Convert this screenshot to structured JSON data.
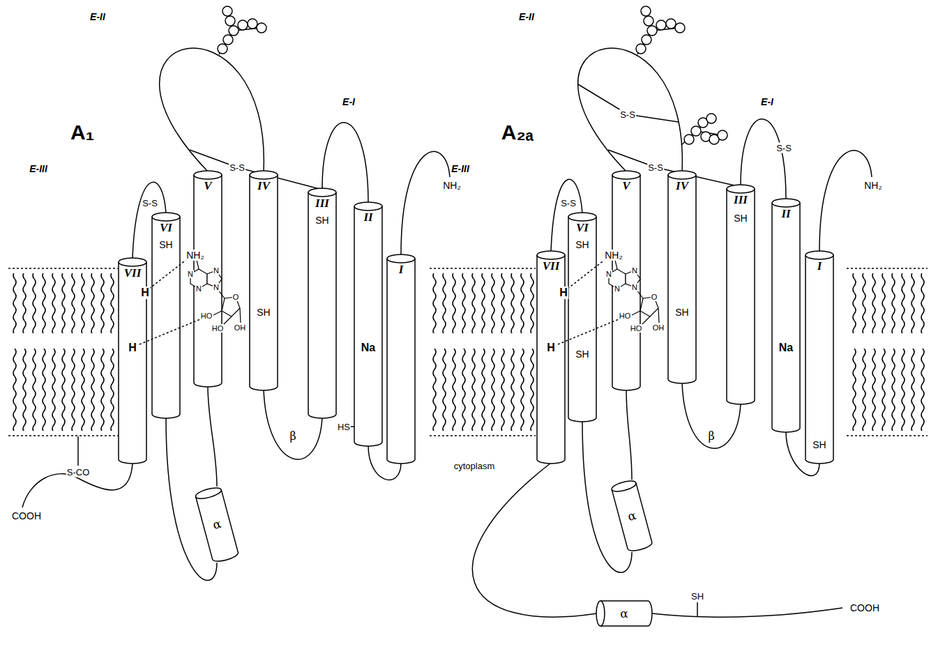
{
  "diagram": {
    "nodes": [
      {
        "text": [
          "VII",
          "H"
        ]
      },
      {
        "text": [
          "VI",
          "SH"
        ]
      },
      {
        "text": [
          "V"
        ]
      },
      {
        "text": [
          "IV",
          "SH"
        ]
      },
      {
        "text": [
          "III",
          "SH"
        ]
      },
      {
        "text": [
          "II",
          "Na"
        ]
      },
      {
        "text": [
          "I"
        ]
      },
      {
        "text": [
          "α"
        ]
      },
      {
        "text": [
          "VII",
          "H"
        ]
      },
      {
        "text": [
          "VI",
          "SH",
          "SH"
        ]
      },
      {
        "text": [
          "V"
        ]
      },
      {
        "text": [
          "IV",
          "SH"
        ]
      },
      {
        "text": [
          "III",
          "SH"
        ]
      },
      {
        "text": [
          "II",
          "Na"
        ]
      },
      {
        "text": [
          "I",
          "SH"
        ]
      },
      {
        "text": [
          "α"
        ]
      },
      {
        "text": [
          "α"
        ]
      }
    ],
    "edges": [
      {
        "from": 6,
        "to": 5,
        "arrow": "none"
      },
      {
        "from": 5,
        "to": 4,
        "arrow": "none"
      },
      {
        "from": 4,
        "to": 3,
        "arrow": "none"
      },
      {
        "from": 3,
        "to": 2,
        "arrow": "none"
      },
      {
        "from": 2,
        "to": 7,
        "arrow": "none"
      },
      {
        "from": 7,
        "to": 1,
        "arrow": "none"
      },
      {
        "from": 1,
        "to": 0,
        "arrow": "none"
      },
      {
        "from": 14,
        "to": 13,
        "arrow": "none"
      },
      {
        "from": 13,
        "to": 12,
        "arrow": "none"
      },
      {
        "from": 12,
        "to": 11,
        "arrow": "none"
      },
      {
        "from": 11,
        "to": 10,
        "arrow": "none"
      },
      {
        "from": 10,
        "to": 15,
        "arrow": "none"
      },
      {
        "from": 15,
        "to": 9,
        "arrow": "none"
      },
      {
        "from": 9,
        "to": 8,
        "arrow": "none"
      },
      {
        "from": 8,
        "to": 16,
        "arrow": "none"
      }
    ],
    "labels": [
      "E-II",
      "A₁",
      "E-I",
      "E-III",
      "S-S",
      "S-S",
      "NH₂",
      "NH₂",
      "N",
      "N",
      "N",
      "N",
      "O",
      "HO",
      "HO",
      "OH",
      "H",
      "β",
      "HS",
      "cytoplasm",
      "S-CO",
      "COOH",
      "E-II",
      "A₂ₐ",
      "S-S",
      "S-S",
      "E-I",
      "S-S",
      "E-III",
      "S-S",
      "NH₂",
      "NH₂",
      "N",
      "N",
      "N",
      "N",
      "O",
      "HO",
      "HO",
      "OH",
      "H",
      "β",
      "SH",
      "COOH"
    ]
  }
}
